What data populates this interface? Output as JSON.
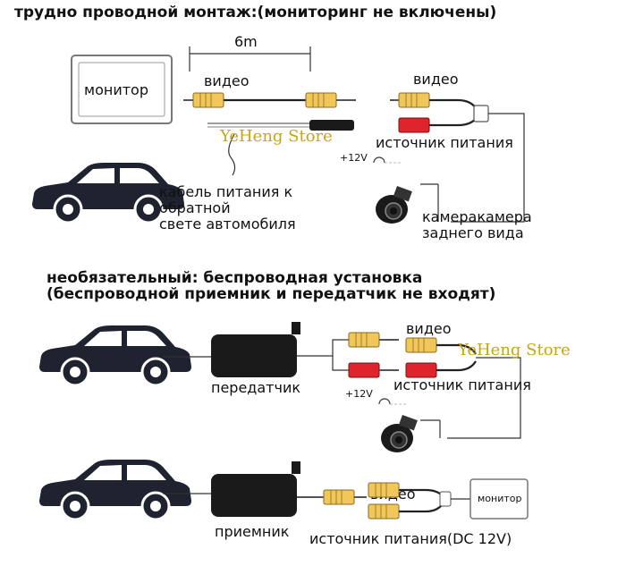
{
  "section1": {
    "title": "трудно проводной монтаж:(мониторинг не включены)",
    "distance": "6m",
    "monitor": "монитор",
    "video_left": "видео",
    "video_right": "видео",
    "power_source": "источник питания",
    "plus12": "+12V",
    "reverse_cable": [
      "кабель питания к",
      "обратной",
      "свете автомобиля"
    ],
    "camera": [
      "камеракамера",
      "заднего вида"
    ]
  },
  "section2": {
    "title_line1": "необязательный: беспроводная установка",
    "title_line2": "(беспроводной приемник и передатчик не входят)",
    "transmitter": "передатчик",
    "video": "видео",
    "power_source": "источник питания",
    "plus12": "+12V"
  },
  "section3": {
    "receiver": "приемник",
    "video": "видео",
    "power_source": "источник питания(DC 12V)",
    "monitor": "монитор"
  },
  "watermark": "YeHeng Store",
  "colors": {
    "rca_yellow": "#f2c75a",
    "rca_red": "#e0242c",
    "watermark": "#c8a418",
    "car": "#1f2330"
  }
}
